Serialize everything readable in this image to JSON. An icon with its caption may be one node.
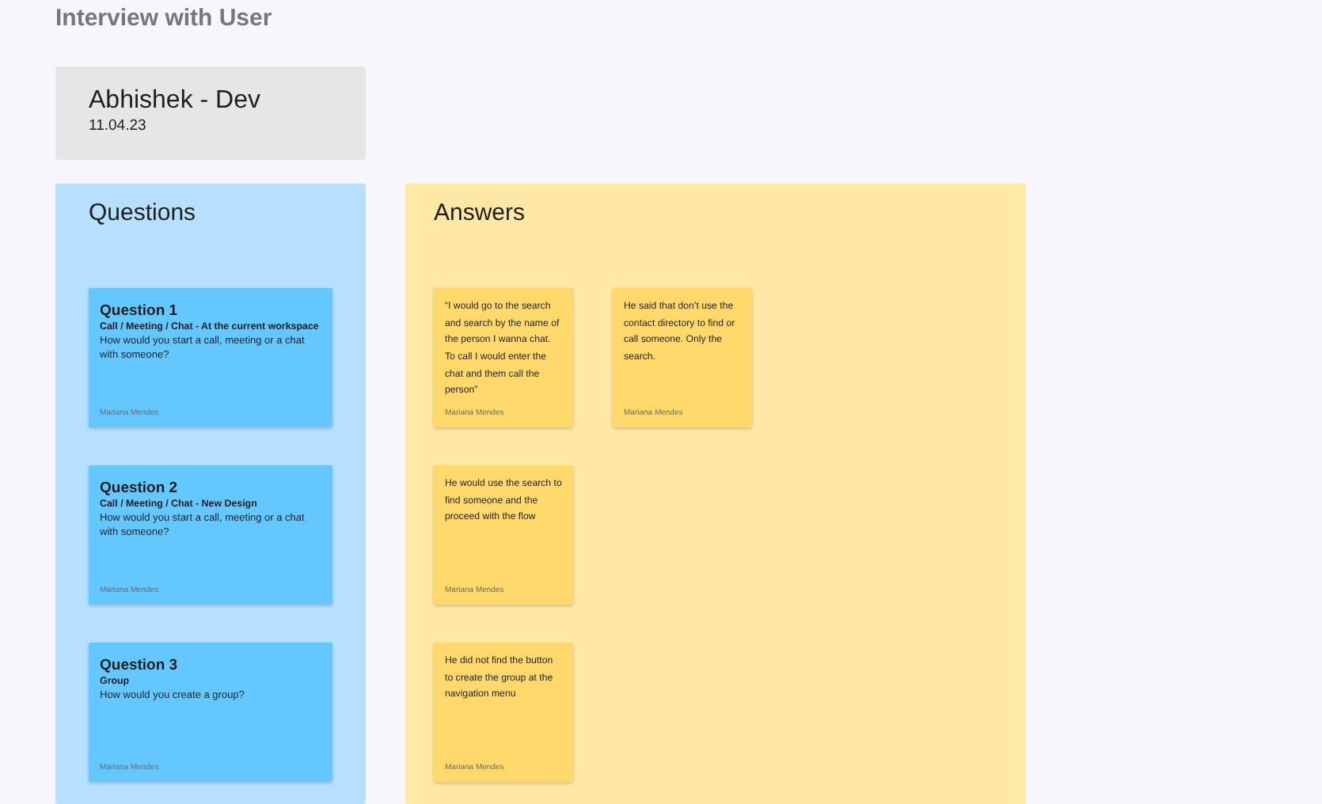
{
  "diagram": {
    "title": "Interview with User",
    "nodes": [
      {
        "text": [
          "Abhishek - Dev",
          "11.04.23"
        ]
      },
      {
        "text": [
          "Questions"
        ]
      },
      {
        "text": [
          "Question 1",
          "Call / Meeting / Chat - At the current workspace",
          "How would you start a call, meeting or a chat with someone?",
          "Mariana Mendes"
        ],
        "in": 1
      },
      {
        "text": [
          "Question 2",
          "Call / Meeting / Chat - New Design",
          "How would you start a call, meeting or a chat with someone?",
          "Mariana Mendes"
        ],
        "in": 1
      },
      {
        "text": [
          "Question 3",
          "Group",
          "How would you create a group?",
          "Mariana Mendes"
        ],
        "in": 1
      },
      {
        "text": [
          "Answers"
        ]
      },
      {
        "text": [
          "“I would go to the search and search by the name of the person I wanna chat. To call I would enter the chat and them call the person”",
          "Mariana Mendes"
        ],
        "in": 5
      },
      {
        "text": [
          "He said that don’t use the contact directory to find or call someone. Only the search.",
          "Mariana Mendes"
        ],
        "in": 5
      },
      {
        "text": [
          "He would use the search to find someone and the proceed with the flow",
          "Mariana Mendes"
        ],
        "in": 5
      },
      {
        "text": [
          "He did not find the button to create the group at the navigation menu",
          "Mariana Mendes"
        ],
        "in": 5
      }
    ]
  }
}
